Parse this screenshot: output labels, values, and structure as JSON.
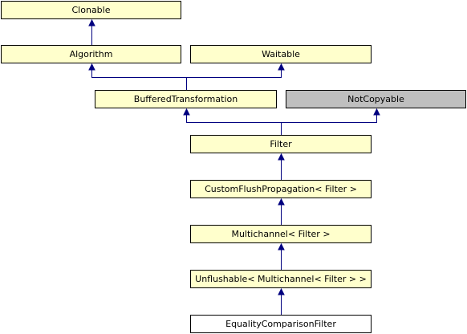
{
  "nodes": {
    "clonable": {
      "label": "Clonable",
      "color": "#ffffcc"
    },
    "algorithm": {
      "label": "Algorithm",
      "color": "#ffffcc"
    },
    "waitable": {
      "label": "Waitable",
      "color": "#ffffcc"
    },
    "buffered_transformation": {
      "label": "BufferedTransformation",
      "color": "#ffffcc"
    },
    "not_copyable": {
      "label": "NotCopyable",
      "color": "#bfbfbf"
    },
    "filter": {
      "label": "Filter",
      "color": "#ffffcc"
    },
    "custom_flush_propagation": {
      "label": "CustomFlushPropagation< Filter >",
      "color": "#ffffcc"
    },
    "multichannel": {
      "label": "Multichannel< Filter >",
      "color": "#ffffcc"
    },
    "unflushable": {
      "label": "Unflushable< Multichannel< Filter > >",
      "color": "#ffffcc"
    },
    "equality_comparison_filter": {
      "label": "EqualityComparisonFilter",
      "color": "#ffffff"
    }
  },
  "edges": [
    {
      "from": "algorithm",
      "to": "clonable"
    },
    {
      "from": "buffered_transformation",
      "to": "algorithm"
    },
    {
      "from": "buffered_transformation",
      "to": "waitable"
    },
    {
      "from": "filter",
      "to": "buffered_transformation"
    },
    {
      "from": "filter",
      "to": "not_copyable"
    },
    {
      "from": "custom_flush_propagation",
      "to": "filter"
    },
    {
      "from": "multichannel",
      "to": "custom_flush_propagation"
    },
    {
      "from": "unflushable",
      "to": "multichannel"
    },
    {
      "from": "equality_comparison_filter",
      "to": "unflushable"
    }
  ],
  "edge_color": "#00007f"
}
